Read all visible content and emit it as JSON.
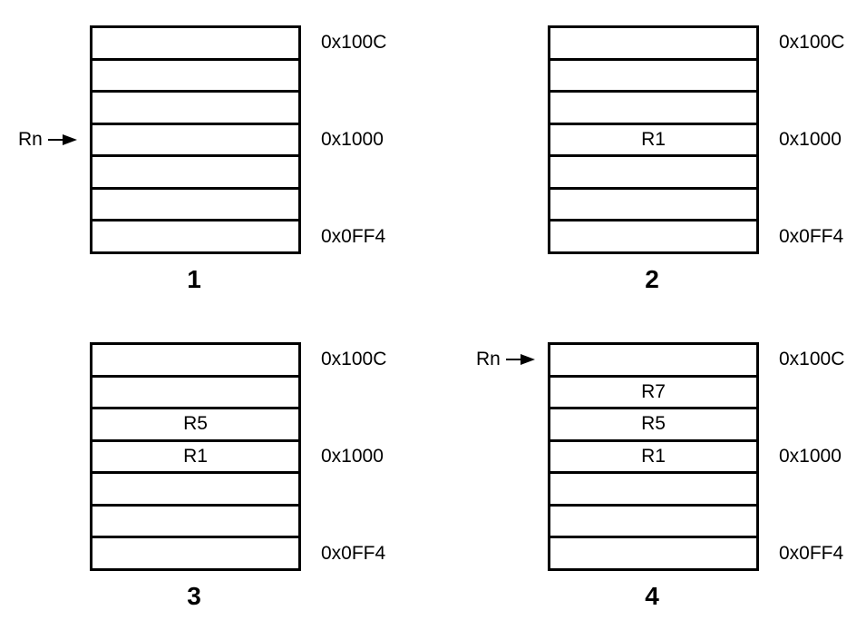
{
  "pointer_label": "Rn",
  "addresses": {
    "top": "0x100C",
    "mid": "0x1000",
    "bot": "0x0FF4"
  },
  "panels": [
    {
      "label": "1",
      "pointer_slot": 3,
      "cells": [
        "",
        "",
        "",
        "",
        "",
        "",
        ""
      ]
    },
    {
      "label": "2",
      "pointer_slot": null,
      "cells": [
        "",
        "",
        "",
        "R1",
        "",
        "",
        ""
      ]
    },
    {
      "label": "3",
      "pointer_slot": null,
      "cells": [
        "",
        "",
        "R5",
        "R1",
        "",
        "",
        ""
      ]
    },
    {
      "label": "4",
      "pointer_slot": 0,
      "cells": [
        "",
        "R7",
        "R5",
        "R1",
        "",
        "",
        ""
      ]
    }
  ]
}
